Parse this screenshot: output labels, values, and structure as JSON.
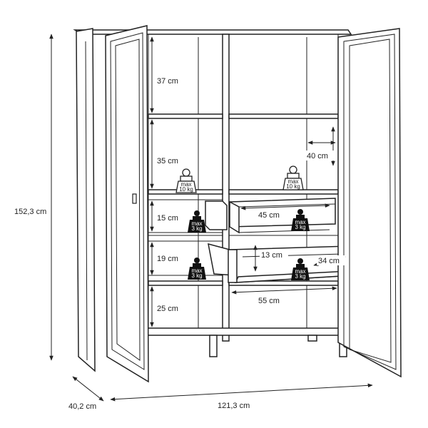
{
  "dimensions": {
    "height": "152,3 cm",
    "depth": "40,2 cm",
    "width": "121,3 cm"
  },
  "shelves": {
    "top_shelf": "37 cm",
    "second_shelf": "35 cm",
    "shelf_depth": "40 cm",
    "upper_drawer": "15 cm",
    "lower_drawer": "19 cm",
    "bottom_shelf": "25 cm"
  },
  "drawers": {
    "drawer_width": "45 cm",
    "drawer_height": "13 cm",
    "drawer_depth": "34 cm",
    "drawer_inner_width": "55 cm"
  },
  "load_labels": {
    "max": "max",
    "shelf_load": "10 kg",
    "drawer_load": "3 kg"
  }
}
